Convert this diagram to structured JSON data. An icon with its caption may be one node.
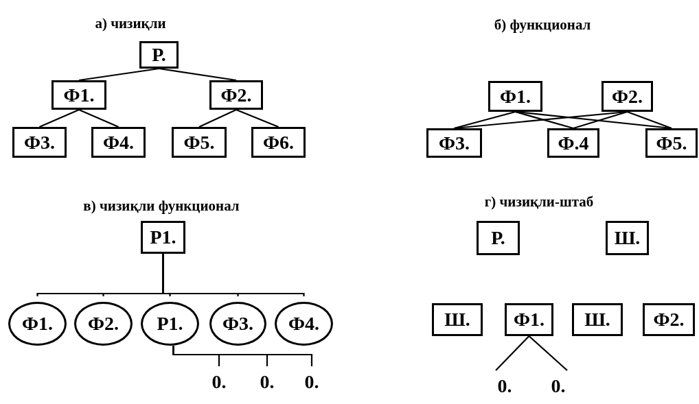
{
  "diagram": {
    "nodes": [
      {
        "text": [
          "Р."
        ]
      },
      {
        "text": [
          "Ф1."
        ]
      },
      {
        "text": [
          "Ф2."
        ]
      },
      {
        "text": [
          "Ф3."
        ]
      },
      {
        "text": [
          "Ф4."
        ]
      },
      {
        "text": [
          "Ф5."
        ]
      },
      {
        "text": [
          "Ф6."
        ]
      },
      {
        "text": [
          "Ф1."
        ]
      },
      {
        "text": [
          "Ф2."
        ]
      },
      {
        "text": [
          "Ф3."
        ]
      },
      {
        "text": [
          "Ф.4"
        ]
      },
      {
        "text": [
          "Ф5."
        ]
      },
      {
        "text": [
          "Р1."
        ]
      },
      {
        "text": [
          "Ф1."
        ]
      },
      {
        "text": [
          "Ф2."
        ]
      },
      {
        "text": [
          "Р1."
        ]
      },
      {
        "text": [
          "Ф3."
        ]
      },
      {
        "text": [
          "Ф4."
        ]
      },
      {
        "text": [
          "0."
        ]
      },
      {
        "text": [
          "0."
        ]
      },
      {
        "text": [
          "0."
        ]
      },
      {
        "text": [
          "Р."
        ]
      },
      {
        "text": [
          "Ш."
        ]
      },
      {
        "text": [
          "Ш."
        ]
      },
      {
        "text": [
          "Ф1."
        ]
      },
      {
        "text": [
          "Ш."
        ]
      },
      {
        "text": [
          "Ф2."
        ]
      },
      {
        "text": [
          "0."
        ]
      },
      {
        "text": [
          "0."
        ]
      }
    ],
    "edges": [
      {
        "from": 0,
        "to": 1,
        "arrow": "none"
      },
      {
        "from": 0,
        "to": 2,
        "arrow": "none"
      },
      {
        "from": 1,
        "to": 3,
        "arrow": "none"
      },
      {
        "from": 1,
        "to": 4,
        "arrow": "none"
      },
      {
        "from": 2,
        "to": 5,
        "arrow": "none"
      },
      {
        "from": 2,
        "to": 6,
        "arrow": "none"
      },
      {
        "from": 7,
        "to": 9,
        "arrow": "none"
      },
      {
        "from": 7,
        "to": 10,
        "arrow": "none"
      },
      {
        "from": 7,
        "to": 11,
        "arrow": "none"
      },
      {
        "from": 8,
        "to": 9,
        "arrow": "none"
      },
      {
        "from": 8,
        "to": 10,
        "arrow": "none"
      },
      {
        "from": 8,
        "to": 11,
        "arrow": "none"
      },
      {
        "from": 12,
        "to": 13,
        "arrow": "none"
      },
      {
        "from": 12,
        "to": 14,
        "arrow": "none"
      },
      {
        "from": 12,
        "to": 15,
        "arrow": "none"
      },
      {
        "from": 12,
        "to": 16,
        "arrow": "none"
      },
      {
        "from": 12,
        "to": 17,
        "arrow": "none"
      },
      {
        "from": 15,
        "to": 18,
        "arrow": "none"
      },
      {
        "from": 15,
        "to": 19,
        "arrow": "none"
      },
      {
        "from": 15,
        "to": 20,
        "arrow": "none"
      },
      {
        "from": 24,
        "to": 27,
        "arrow": "none"
      },
      {
        "from": 24,
        "to": 28,
        "arrow": "none"
      }
    ],
    "labels": [
      "а) чизиқли",
      "б) функционал",
      "в) чизиқли функционал",
      "г) чизиқли-штаб"
    ]
  }
}
